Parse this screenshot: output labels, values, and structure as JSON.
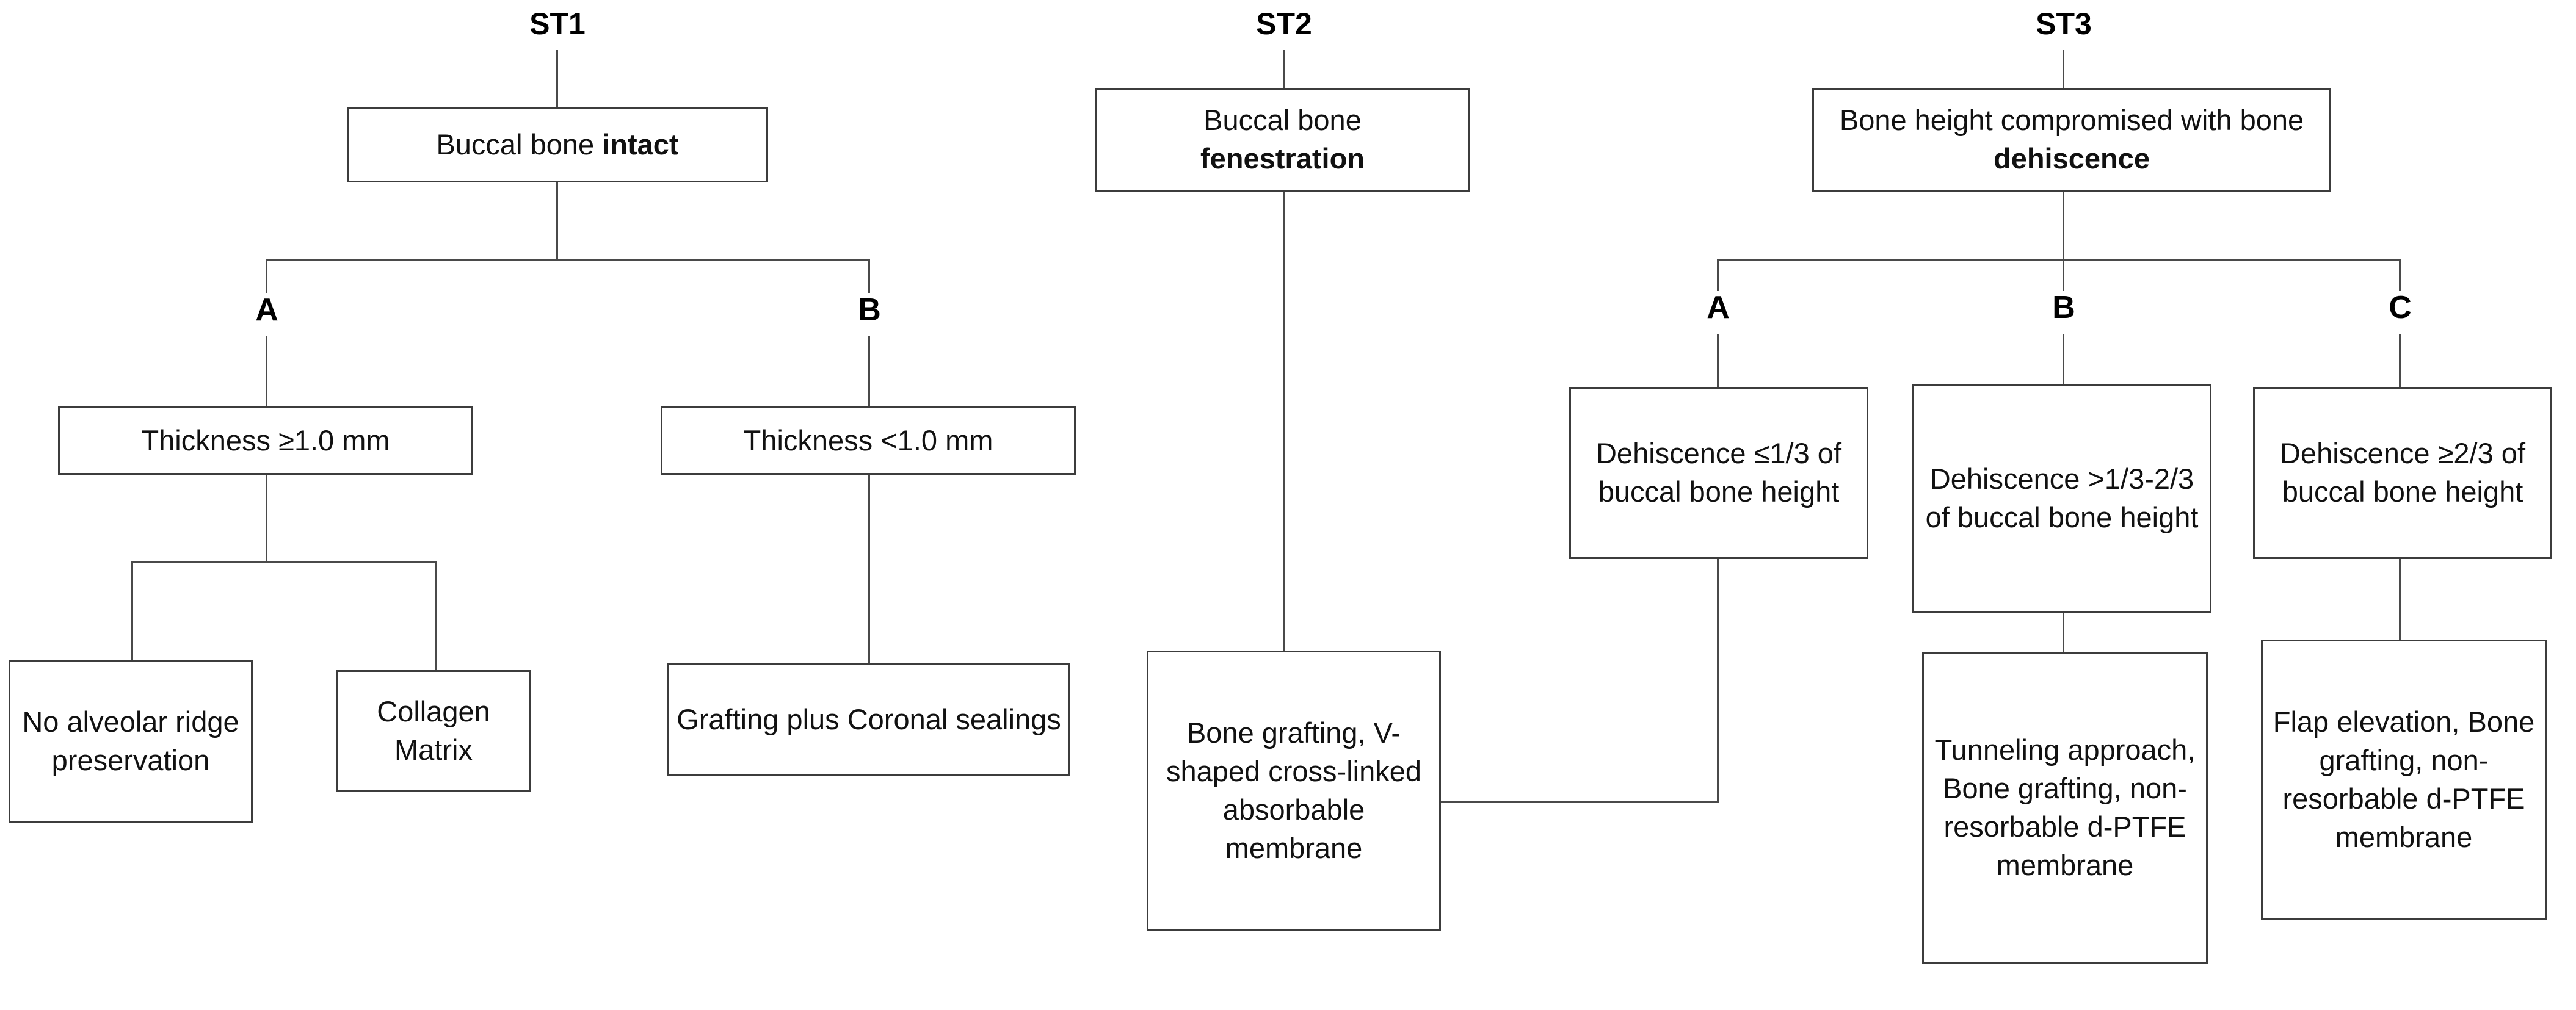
{
  "diagram": {
    "title_hidden": "",
    "groups": [
      {
        "id": "ST1",
        "label": "ST1",
        "root_text_plain": "Buccal bone ",
        "root_text_bold": "intact",
        "branches": [
          {
            "letter": "A",
            "condition": "Thickness ≥1.0 mm",
            "treatments": [
              "No alveolar ridge preservation",
              "Collagen Matrix"
            ]
          },
          {
            "letter": "B",
            "condition": "Thickness <1.0 mm",
            "treatments": [
              "Grafting plus Coronal sealings"
            ]
          }
        ]
      },
      {
        "id": "ST2",
        "label": "ST2",
        "root_text_plain": "Buccal bone",
        "root_text_bold": "fenestration",
        "branches": [
          {
            "letter": "",
            "condition": "",
            "treatments": [
              "Bone grafting, V-shaped cross-linked absorbable membrane"
            ]
          }
        ]
      },
      {
        "id": "ST3",
        "label": "ST3",
        "root_text_plain": "Bone height compromised with bone ",
        "root_text_bold": "dehiscence",
        "branches": [
          {
            "letter": "A",
            "condition": "Dehiscence ≤1/3 of buccal bone height",
            "treatments": []
          },
          {
            "letter": "B",
            "condition": "Dehiscence >1/3-2/3 of buccal bone height",
            "treatments": [
              "Tunneling approach, Bone grafting, non-resorbable d-PTFE membrane"
            ]
          },
          {
            "letter": "C",
            "condition": "Dehiscence ≥2/3 of buccal bone height",
            "treatments": [
              "Flap elevation, Bone grafting, non-resorbable d-PTFE membrane"
            ]
          }
        ]
      }
    ]
  },
  "labels": {
    "st1": "ST1",
    "st2": "ST2",
    "st3": "ST3",
    "st1_a": "A",
    "st1_b": "B",
    "st3_a": "A",
    "st3_b": "B",
    "st3_c": "C"
  },
  "boxes": {
    "st1_root_plain": "Buccal bone ",
    "st1_root_bold": "intact",
    "st1_a_cond": "Thickness ≥1.0 mm",
    "st1_b_cond": "Thickness <1.0 mm",
    "st1_a_t1": "No alveolar ridge preservation",
    "st1_a_t2": "Collagen Matrix",
    "st1_b_t1": "Grafting plus Coronal sealings",
    "st2_root_plain": "Buccal bone",
    "st2_root_bold": "fenestration",
    "st2_t1": "Bone grafting, V-shaped cross-linked absorbable membrane",
    "st3_root_plain": "Bone height compromised with bone ",
    "st3_root_bold": "dehiscence",
    "st3_a_cond": "Dehiscence ≤1/3 of buccal bone height",
    "st3_b_cond": "Dehiscence >1/3-2/3 of buccal bone height",
    "st3_c_cond": "Dehiscence ≥2/3 of buccal bone height",
    "st3_b_t1": "Tunneling approach, Bone grafting, non-resorbable d-PTFE membrane",
    "st3_c_t1": "Flap elevation, Bone grafting, non-resorbable d-PTFE membrane"
  },
  "colors": {
    "background": "#ffffff",
    "box_border": "#3c3c3c",
    "connector": "#4a4a4a",
    "text": "#111111",
    "label_text": "#000000"
  }
}
